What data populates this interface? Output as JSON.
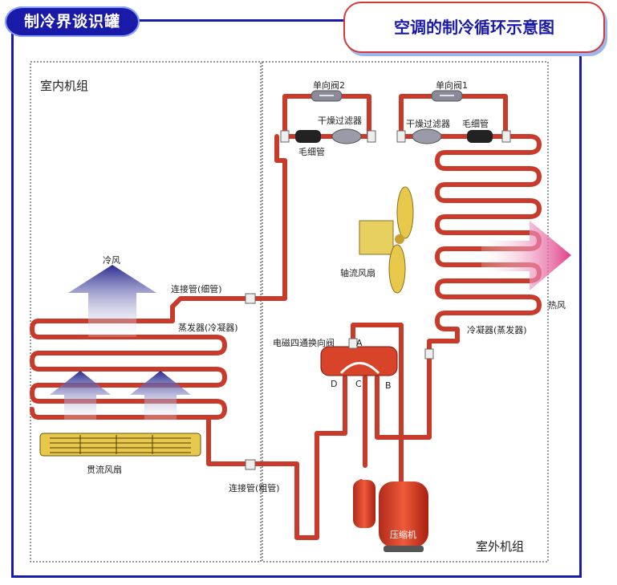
{
  "brand": {
    "label": "制冷界谈识罐"
  },
  "title": "空调的制冷循环示意图",
  "sections": {
    "indoor": "室内机组",
    "outdoor": "室外机组"
  },
  "labels": {
    "check_valve_2": "单向阀2",
    "check_valve_1": "单向阀1",
    "dryer_filter_left": "干燥过滤器",
    "dryer_filter_right": "干燥过滤器",
    "capillary_left": "毛细管",
    "capillary_right": "毛细管",
    "axial_fan": "轴流风扇",
    "hot_air": "热风",
    "cold_air": "冷风",
    "thin_pipe": "连接管(细管)",
    "evaporator": "蒸发器(冷凝器)",
    "condenser": "冷凝器(蒸发器)",
    "four_way_valve": "电磁四通换向阀",
    "port_a": "A",
    "port_b": "B",
    "port_c": "C",
    "port_d": "D",
    "cross_flow_fan": "贯流风扇",
    "thick_pipe": "连接管(粗管)",
    "compressor": "压缩机"
  },
  "colors": {
    "frame": "#1a1aa8",
    "pipe": "#c83a2a",
    "fan_yellow": "#e8c84a",
    "cold_arrow": "#3a3aa0",
    "hot_arrow": "#e0508a"
  }
}
